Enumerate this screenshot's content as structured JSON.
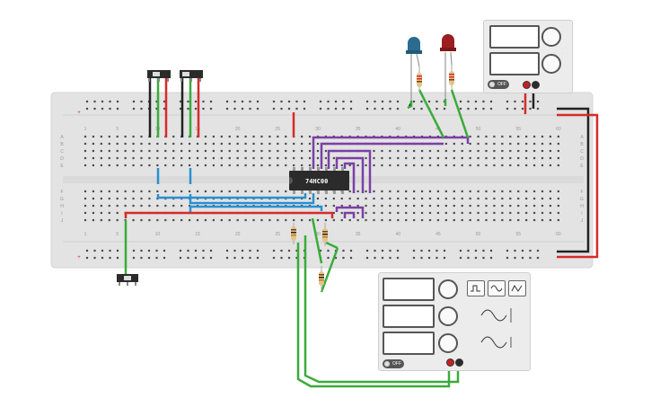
{
  "chip": {
    "label": "74HC00"
  },
  "breadboard": {
    "top_numbers": [
      "1",
      "5",
      "10",
      "15",
      "20",
      "25",
      "30",
      "35",
      "40",
      "45",
      "50",
      "55",
      "60"
    ],
    "bottom_numbers": [
      "1",
      "5",
      "10",
      "15",
      "20",
      "25",
      "30",
      "35",
      "40",
      "45",
      "50",
      "55",
      "60"
    ],
    "row_letters_top": [
      "A",
      "B",
      "C",
      "D",
      "E"
    ],
    "row_letters_bottom": [
      "F",
      "G",
      "H",
      "I",
      "J"
    ]
  },
  "dc_supply": {
    "power_label": "OFF"
  },
  "function_generator": {
    "power_label": "OFF"
  },
  "colors": {
    "board": "#e3e3e3",
    "wire_green": "#3aab3a",
    "wire_red": "#d62a2a",
    "wire_black": "#222222",
    "wire_blue": "#2b8fd1",
    "wire_purple": "#7b3fa6",
    "led_blue": "#2a6b8f",
    "led_red": "#9c1f1f"
  }
}
